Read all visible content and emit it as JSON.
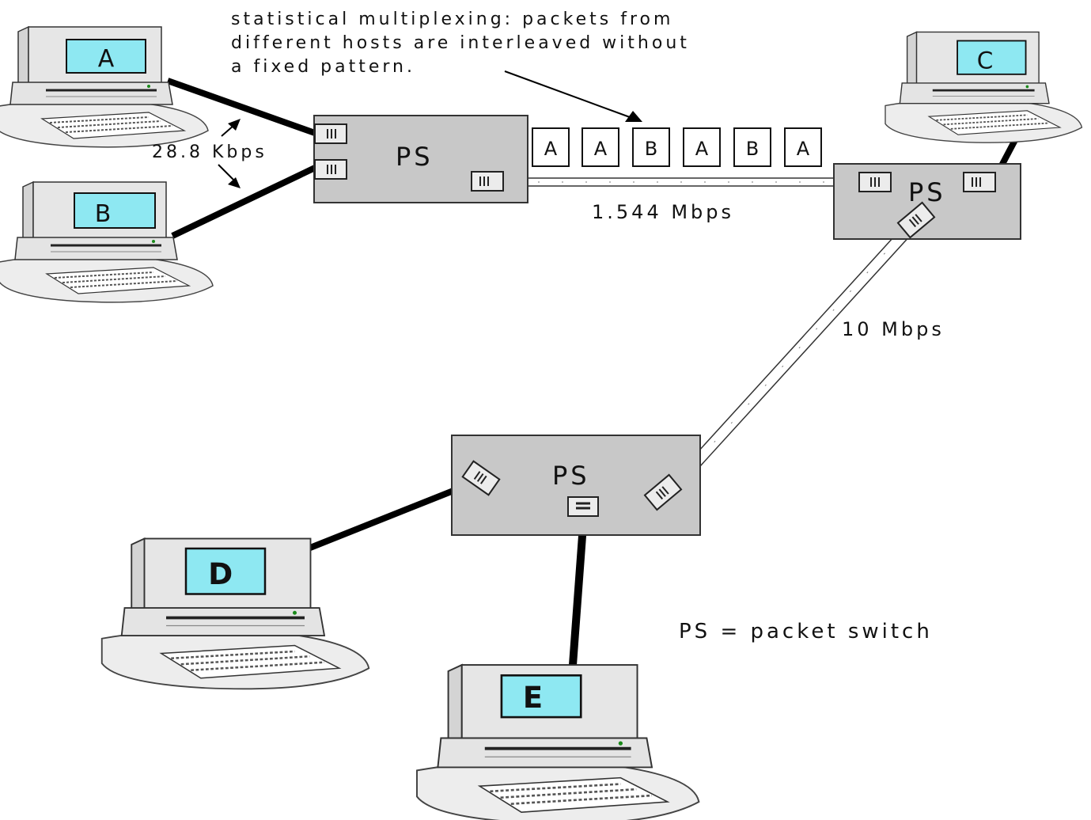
{
  "annotation": {
    "lines": [
      "statistical multiplexing: packets from",
      "different hosts are interleaved without",
      "a fixed pattern."
    ]
  },
  "links": {
    "access_rate": "28.8 Kbps",
    "trunk_rate": "1.544 Mbps",
    "fast_rate": "10 Mbps"
  },
  "switches": {
    "left": "PS",
    "right": "PS",
    "bottom": "PS"
  },
  "hosts": {
    "a": "A",
    "b": "B",
    "c": "C",
    "d": "D",
    "e": "E"
  },
  "packets": [
    "A",
    "A",
    "B",
    "A",
    "B",
    "A"
  ],
  "legend": "PS = packet switch",
  "colors": {
    "screen": "#8ee8f2",
    "switch_fill": "#c8c8c8",
    "computer_body": "#e8e8e8",
    "link": "#000000"
  }
}
